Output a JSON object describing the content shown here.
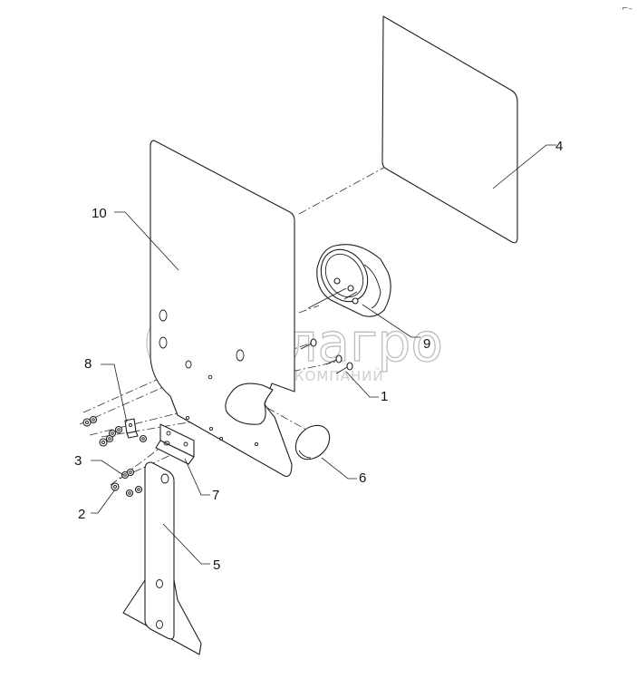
{
  "watermark": {
    "brand": "белагро",
    "subtitle": "ГРУППА КОМПАНИЙ"
  },
  "callouts": [
    {
      "id": "4",
      "text": "4"
    },
    {
      "id": "10",
      "text": "10"
    },
    {
      "id": "9",
      "text": "9"
    },
    {
      "id": "1",
      "text": "1"
    },
    {
      "id": "8",
      "text": "8"
    },
    {
      "id": "7",
      "text": "7"
    },
    {
      "id": "6",
      "text": "6"
    },
    {
      "id": "3",
      "text": "3"
    },
    {
      "id": "2",
      "text": "2"
    },
    {
      "id": "5",
      "text": "5"
    }
  ],
  "corner_mark": "⌐–"
}
